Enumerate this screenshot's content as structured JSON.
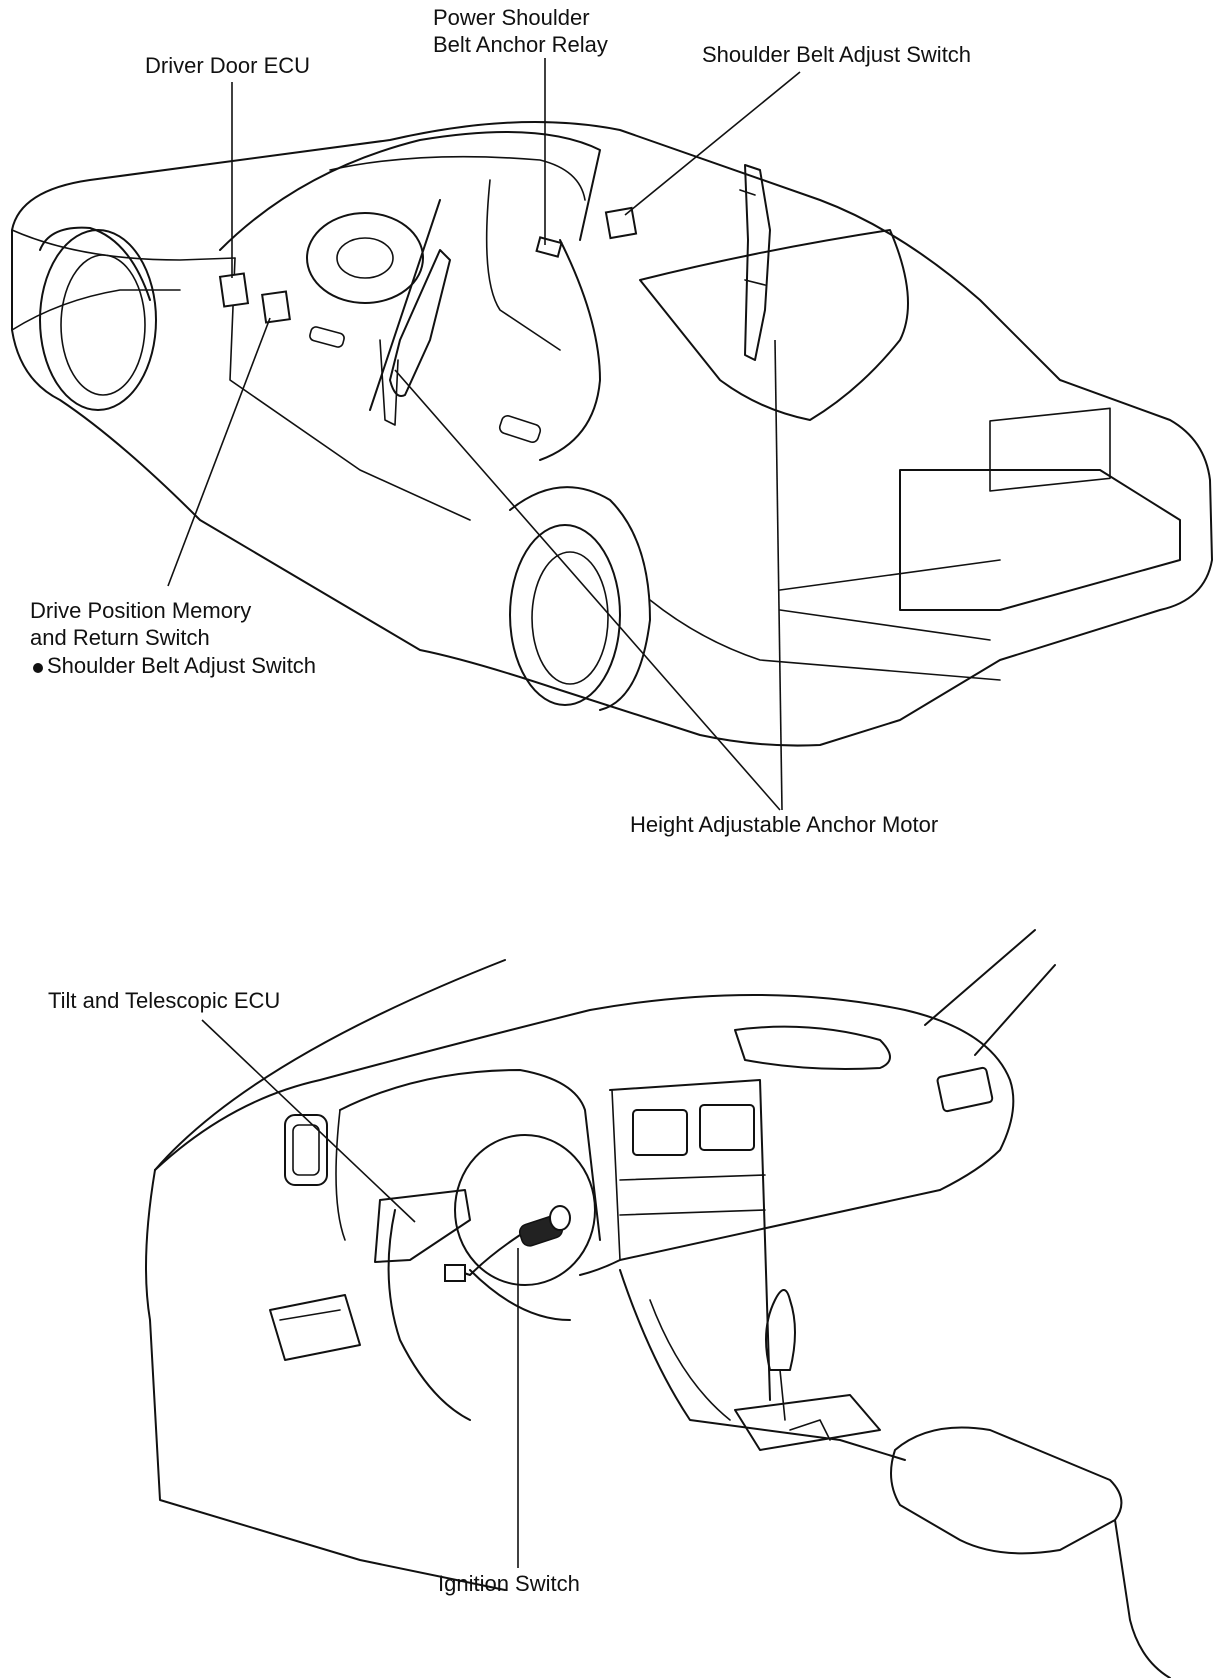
{
  "labels": {
    "driver_door_ecu": "Driver Door ECU",
    "power_shoulder_line1": "Power Shoulder",
    "power_shoulder_line2": "Belt Anchor Relay",
    "shoulder_belt_adjust_switch": "Shoulder Belt Adjust Switch",
    "drive_position_line1": "Drive Position Memory",
    "drive_position_line2": "and Return Switch",
    "drive_position_line3": "Shoulder Belt Adjust Switch",
    "height_adjustable_anchor_motor": "Height Adjustable Anchor Motor",
    "tilt_telescopic_ecu": "Tilt and Telescopic ECU",
    "ignition_switch": "Ignition Switch"
  },
  "colors": {
    "line": "#111111",
    "background": "#ffffff"
  }
}
